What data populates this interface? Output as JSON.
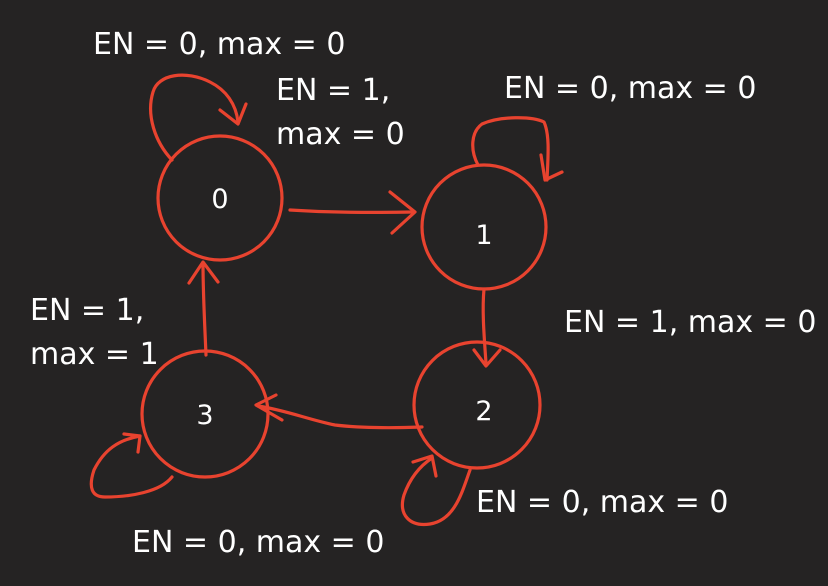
{
  "diagram": {
    "states": [
      {
        "id": "s0",
        "label": "0"
      },
      {
        "id": "s1",
        "label": "1"
      },
      {
        "id": "s2",
        "label": "2"
      },
      {
        "id": "s3",
        "label": "3"
      }
    ],
    "transitions": [
      {
        "from": "0",
        "to": "0",
        "label": "EN = 0, max = 0"
      },
      {
        "from": "0",
        "to": "1",
        "label_line1": "EN = 1,",
        "label_line2": "max = 0"
      },
      {
        "from": "1",
        "to": "1",
        "label": "EN = 0, max = 0"
      },
      {
        "from": "1",
        "to": "2",
        "label": "EN = 1, max = 0"
      },
      {
        "from": "2",
        "to": "2",
        "label": "EN = 0, max = 0"
      },
      {
        "from": "2",
        "to": "3",
        "label": ""
      },
      {
        "from": "3",
        "to": "3",
        "label": "EN = 0, max = 0"
      },
      {
        "from": "3",
        "to": "0",
        "label_line1": "EN = 1,",
        "label_line2": "max = 1"
      }
    ],
    "colors": {
      "background": "#252323",
      "stroke": "#e8432f",
      "text": "#ffffff"
    }
  }
}
